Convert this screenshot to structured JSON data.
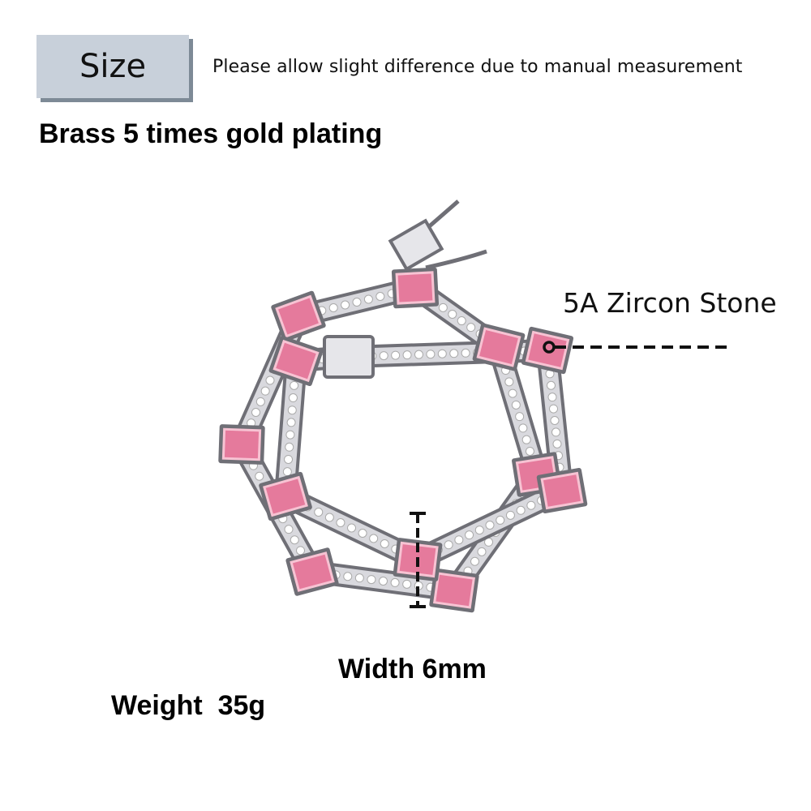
{
  "header": {
    "size_label": "Size",
    "note": "Please allow slight difference due to manual measurement"
  },
  "material": "Brass 5 times gold plating",
  "annotations": {
    "stone": "5A Zircon Stone",
    "width": "Width 6mm",
    "weight": "Weight  35g"
  },
  "colors": {
    "size_box": "#c8d0da",
    "size_box_shadow": "#7d8a96",
    "stone_pink": "#e57a9c",
    "metal": "#6f6f76"
  }
}
